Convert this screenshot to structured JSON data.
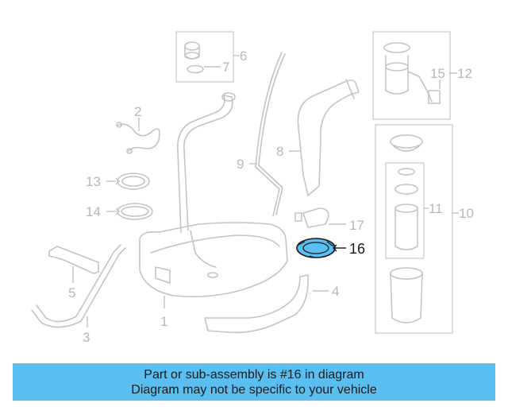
{
  "labels": {
    "p1": "1",
    "p2": "2",
    "p3": "3",
    "p4": "4",
    "p5": "5",
    "p6": "6",
    "p7": "7",
    "p8": "8",
    "p9": "9",
    "p10": "10",
    "p11": "11",
    "p12": "12",
    "p13": "13",
    "p14": "14",
    "p15": "15",
    "p16": "16",
    "p17": "17"
  },
  "highlight_part": "16",
  "colors": {
    "highlight": "#5bbef0",
    "part_line": "#c4c4c4",
    "label": "#b8b8b8"
  },
  "banner": {
    "line1": "Part or sub-assembly is #16 in diagram",
    "line2": "Diagram may not be specific to your vehicle"
  }
}
